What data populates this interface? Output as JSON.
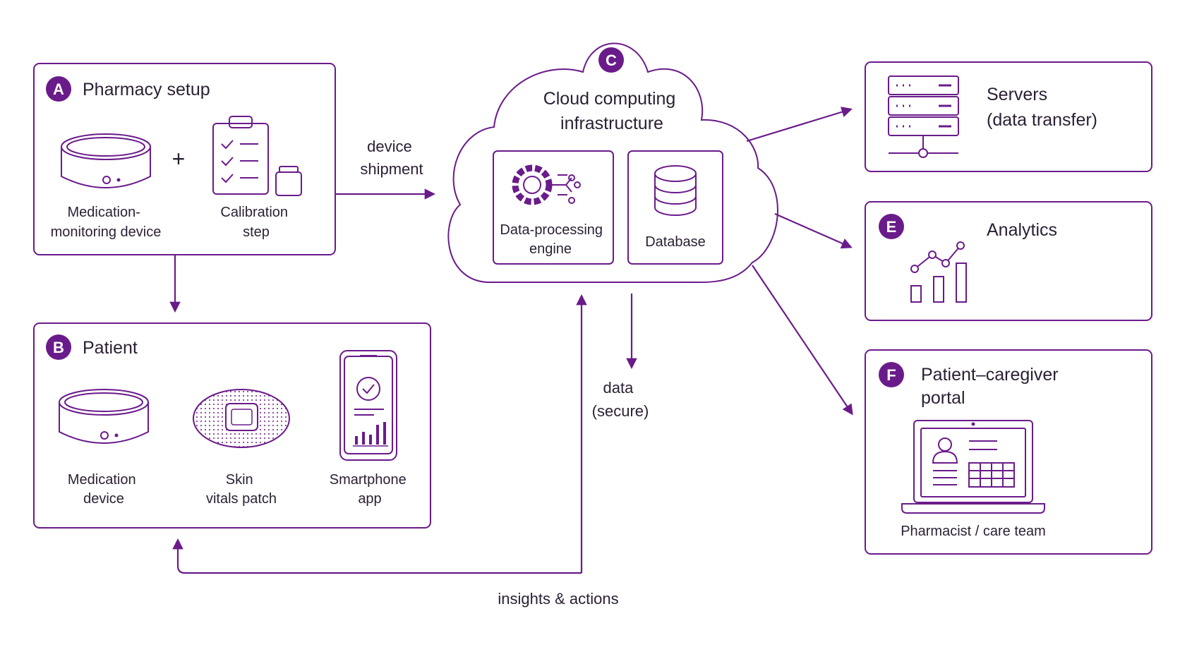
{
  "colors": {
    "accent": "#6a1b8a",
    "text": "#2a1f33",
    "background": "#ffffff"
  },
  "pharmacy": {
    "badge": "A",
    "title": "Pharmacy setup",
    "device_label": [
      "Medication-",
      "monitoring device"
    ],
    "plus": "+",
    "calibration_label": [
      "Calibration",
      "step"
    ]
  },
  "patient": {
    "badge": "B",
    "title": "Patient",
    "device_label": [
      "Medication",
      "device"
    ],
    "patch_label": [
      "Skin",
      "vitals patch"
    ],
    "app_label": [
      "Smartphone",
      "app"
    ]
  },
  "cloud": {
    "badge": "C",
    "title": [
      "Cloud computing",
      "infrastructure"
    ],
    "engine_label": [
      "Data-processing",
      "engine"
    ],
    "database_label": "Database"
  },
  "servers": {
    "title": [
      "Servers",
      "(data transfer)"
    ]
  },
  "analytics": {
    "badge": "E",
    "title": "Analytics"
  },
  "portal": {
    "badge": "F",
    "title": [
      "Patient–caregiver",
      "portal"
    ],
    "subtitle": "Pharmacist / care team"
  },
  "flows": {
    "shipment": [
      "device",
      "shipment"
    ],
    "data": [
      "data",
      "(secure)"
    ],
    "insights": "insights & actions"
  },
  "icons": [
    "medication-device-icon",
    "clipboard-checklist-icon",
    "calibration-weight-icon",
    "skin-patch-icon",
    "smartphone-app-icon",
    "gear-network-icon",
    "database-icon",
    "server-rack-icon",
    "bar-chart-icon",
    "laptop-portal-icon"
  ]
}
